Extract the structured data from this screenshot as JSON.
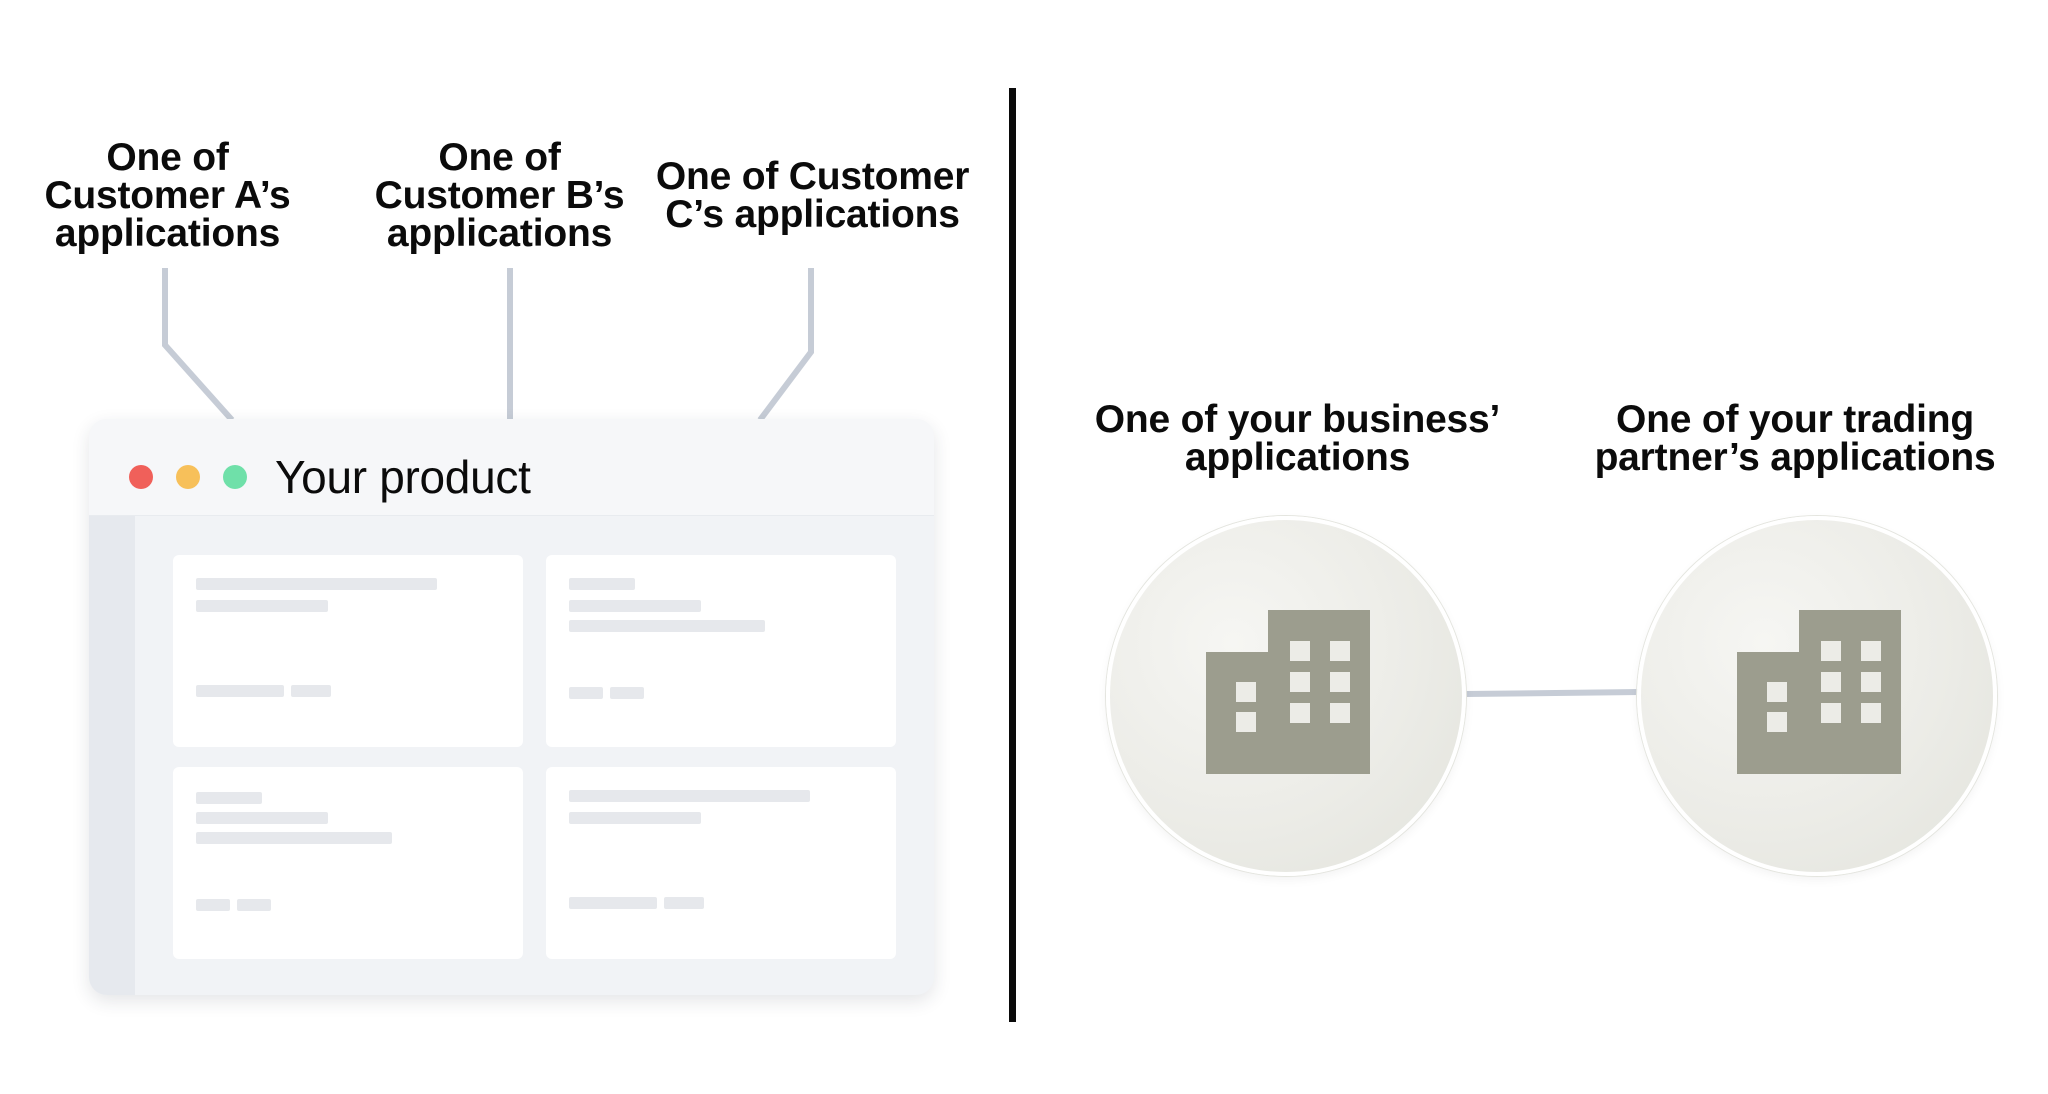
{
  "left_section": {
    "customer_labels": [
      "One of\nCustomer A’s\napplications",
      "One of\nCustomer B’s\napplications",
      "One of Customer\nC’s applications"
    ],
    "product_window": {
      "title": "Your product"
    }
  },
  "right_section": {
    "nodes": [
      "One of your business’\napplications",
      "One of your trading\npartner’s applications"
    ]
  },
  "colors": {
    "connector": "#c6ccd6",
    "window_background": "#f1f3f6",
    "dot_red": "#f0605a",
    "dot_yellow": "#f7c05a",
    "dot_green": "#6fe0a9",
    "building": "#9c9d8e",
    "divider": "#0a0a0a"
  },
  "icons": [
    "building-icon"
  ]
}
